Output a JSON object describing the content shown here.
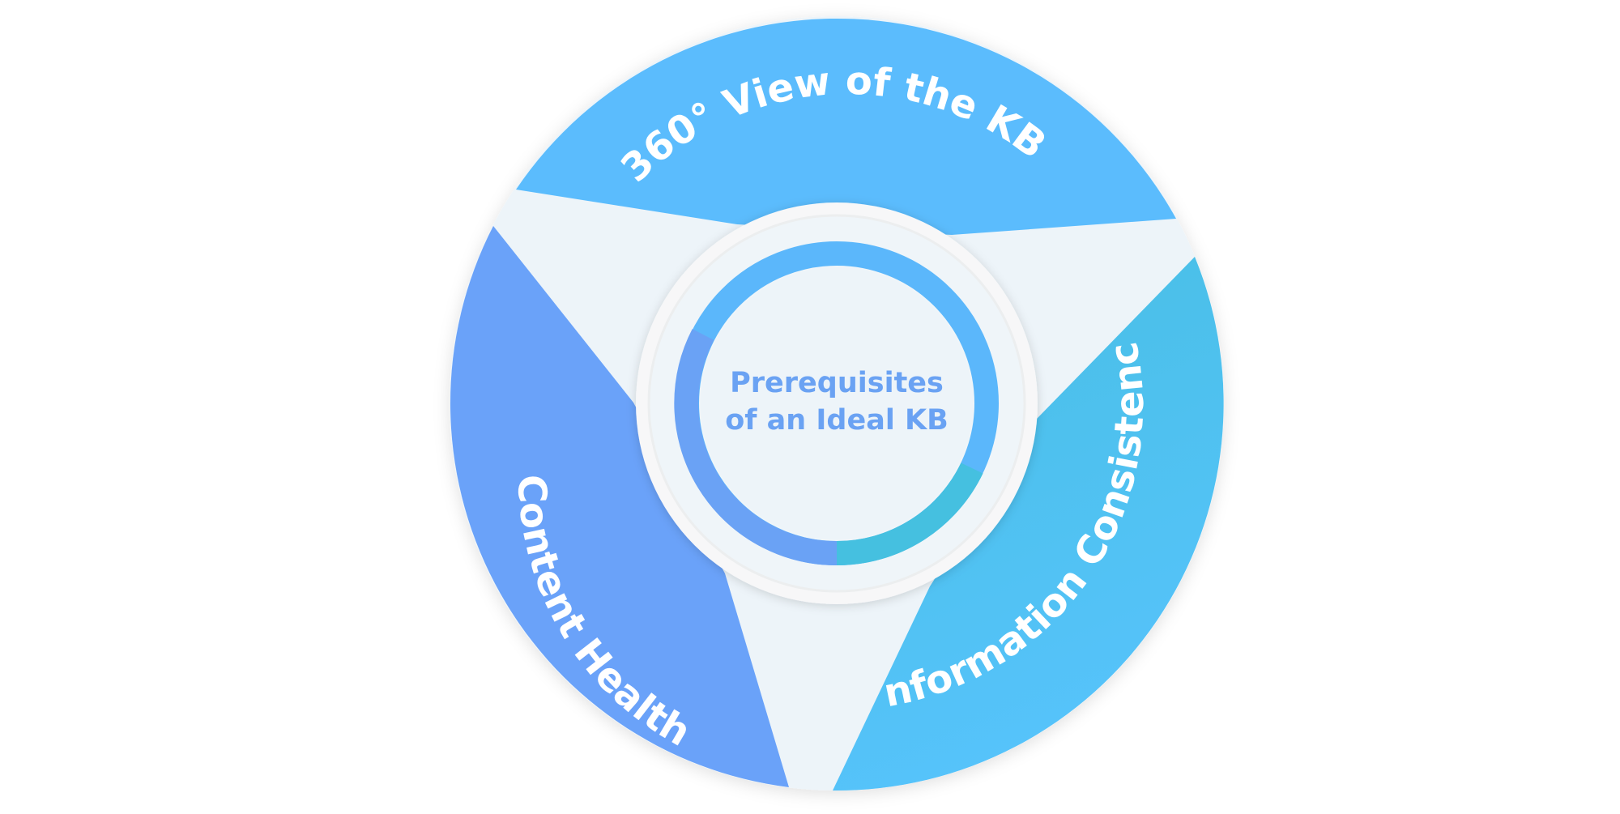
{
  "diagram": {
    "center": {
      "line1": "Prerequisites",
      "line2": "of an Ideal KB"
    },
    "segments": [
      {
        "id": "top",
        "label": "360° View of the KB",
        "color": "#5bbcfd"
      },
      {
        "id": "right",
        "label": "Information Consistency",
        "color": "#4cc4ee"
      },
      {
        "id": "left",
        "label": "Content Health",
        "color": "#6aa2f9"
      }
    ],
    "colors": {
      "background_disc": "#edf4f9",
      "ring_top": "#5bb7fb",
      "ring_bottom_right": "#45c0e0",
      "ring_left": "#6aa2f5",
      "center_text": "#6aa2f3"
    }
  }
}
